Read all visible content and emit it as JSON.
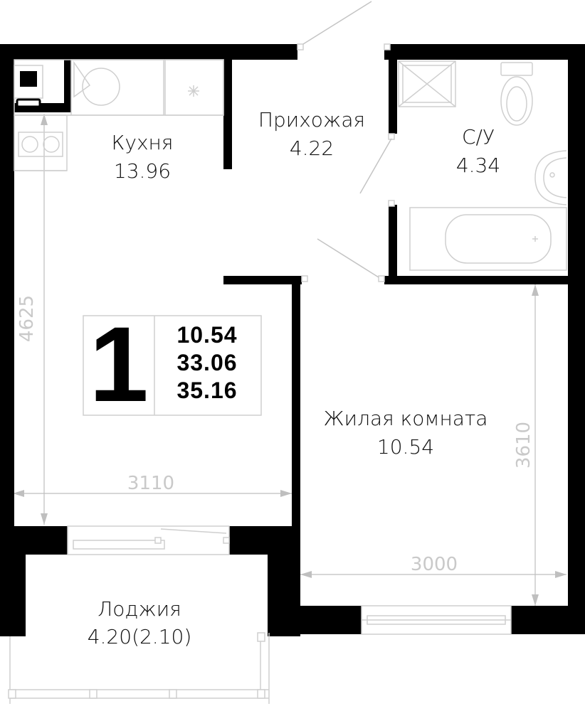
{
  "rooms": {
    "kitchen": {
      "name": "Кухня",
      "area": "13.96"
    },
    "hallway": {
      "name": "Прихожая",
      "area": "4.22"
    },
    "bathroom": {
      "name": "С/У",
      "area": "4.34"
    },
    "living": {
      "name": "Жилая комната",
      "area": "10.54"
    },
    "loggia": {
      "name": "Лоджия",
      "area": "4.20(2.10)"
    }
  },
  "summary": {
    "rooms_count": "1",
    "living_area": "10.54",
    "total_area": "33.06",
    "total_with_loggia": "35.16"
  },
  "dimensions": {
    "kitchen_height": "4625",
    "kitchen_width": "3110",
    "living_height": "3610",
    "living_width": "3000"
  }
}
